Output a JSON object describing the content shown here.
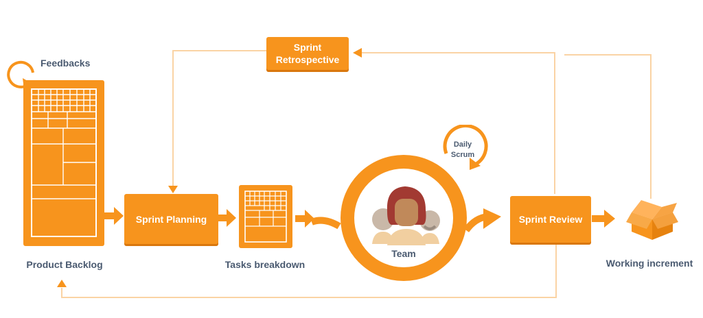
{
  "labels": {
    "feedbacks": "Feedbacks",
    "product_backlog": "Product Backlog",
    "sprint_planning": "Sprint Planning",
    "tasks_breakdown": "Tasks breakdown",
    "team": "Team",
    "daily_scrum_line1": "Daily",
    "daily_scrum_line2": "Scrum",
    "sprint_review": "Sprint Review",
    "sprint_retrospective_line1": "Sprint",
    "sprint_retrospective_line2": "Retrospective",
    "working_increment": "Working increment"
  },
  "colors": {
    "accent": "#f7941d",
    "accent_dark": "#d9770d",
    "line": "#fad3a4",
    "text": "#4a5a70"
  },
  "icons": {
    "team": "team-people-icon",
    "increment": "open-box-icon",
    "cycle": "circular-arrow-icon"
  }
}
